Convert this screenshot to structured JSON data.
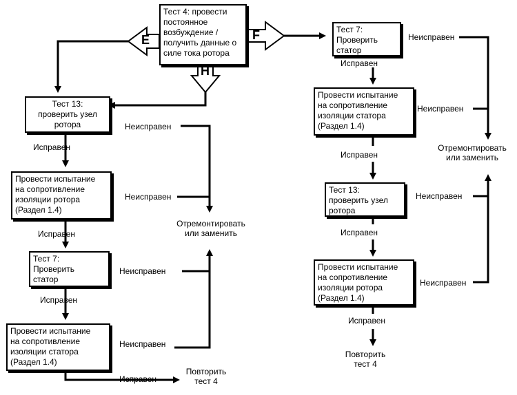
{
  "diagram": {
    "test4": [
      "Тест 4: провести",
      "постоянное",
      "возбуждение /",
      "получить данные о",
      "силе тока ротора"
    ],
    "branch_e": "E",
    "branch_f": "F",
    "branch_h": "H",
    "left": {
      "test13": [
        "Тест 13:",
        "проверить узел",
        "ротора"
      ],
      "rotor_insulation": [
        "Провести испытание",
        "на сопротивление",
        "изоляции ротора",
        "(Раздел 1.4)"
      ],
      "test7": [
        "Тест 7:",
        "Проверить",
        "статор"
      ],
      "stator_insulation": [
        "Провести испытание",
        "на сопротивление",
        "изоляции статора",
        "(Раздел 1.4)"
      ],
      "repair": [
        "Отремонтировать",
        "или заменить"
      ],
      "repeat": [
        "Повторить",
        "тест 4"
      ]
    },
    "right": {
      "test7": [
        "Тест 7:",
        "Проверить",
        "статор"
      ],
      "stator_insulation": [
        "Провести испытание",
        "на сопротивление",
        "изоляции статора",
        "(Раздел 1.4)"
      ],
      "test13": [
        "Тест 13:",
        "проверить узел",
        "ротора"
      ],
      "rotor_insulation": [
        "Провести испытание",
        "на сопротивление",
        "изоляции ротора",
        "(Раздел 1.4)"
      ],
      "repair": [
        "Отремонтировать",
        "или заменить"
      ],
      "repeat": [
        "Повторить",
        "тест 4"
      ]
    },
    "ok_label": "Исправен",
    "fault_label": "Неисправен"
  }
}
